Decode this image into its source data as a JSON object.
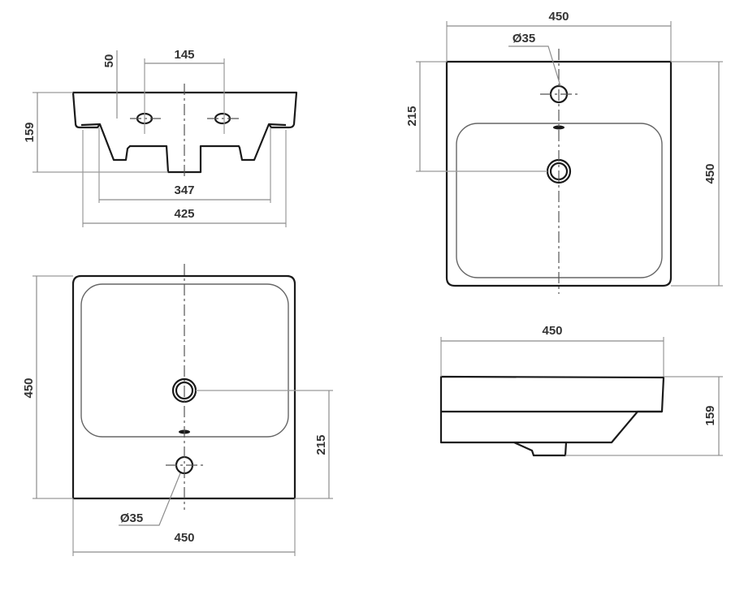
{
  "front_view": {
    "height_label": "159",
    "hole_offset_label": "50",
    "hole_spacing_label": "145",
    "inner_width_label": "347",
    "outer_width_label": "425"
  },
  "top_view": {
    "width_label": "450",
    "hole_diameter_label": "Ø35",
    "drain_offset_label": "215",
    "depth_label": "450"
  },
  "plan_view": {
    "depth_label": "450",
    "drain_offset_label": "215",
    "hole_diameter_label": "Ø35",
    "width_label": "450"
  },
  "side_view": {
    "width_label": "450",
    "height_label": "159"
  },
  "colors": {
    "outline": "#1a1a1a",
    "dimension": "#8c8c8c",
    "text": "#333333"
  }
}
